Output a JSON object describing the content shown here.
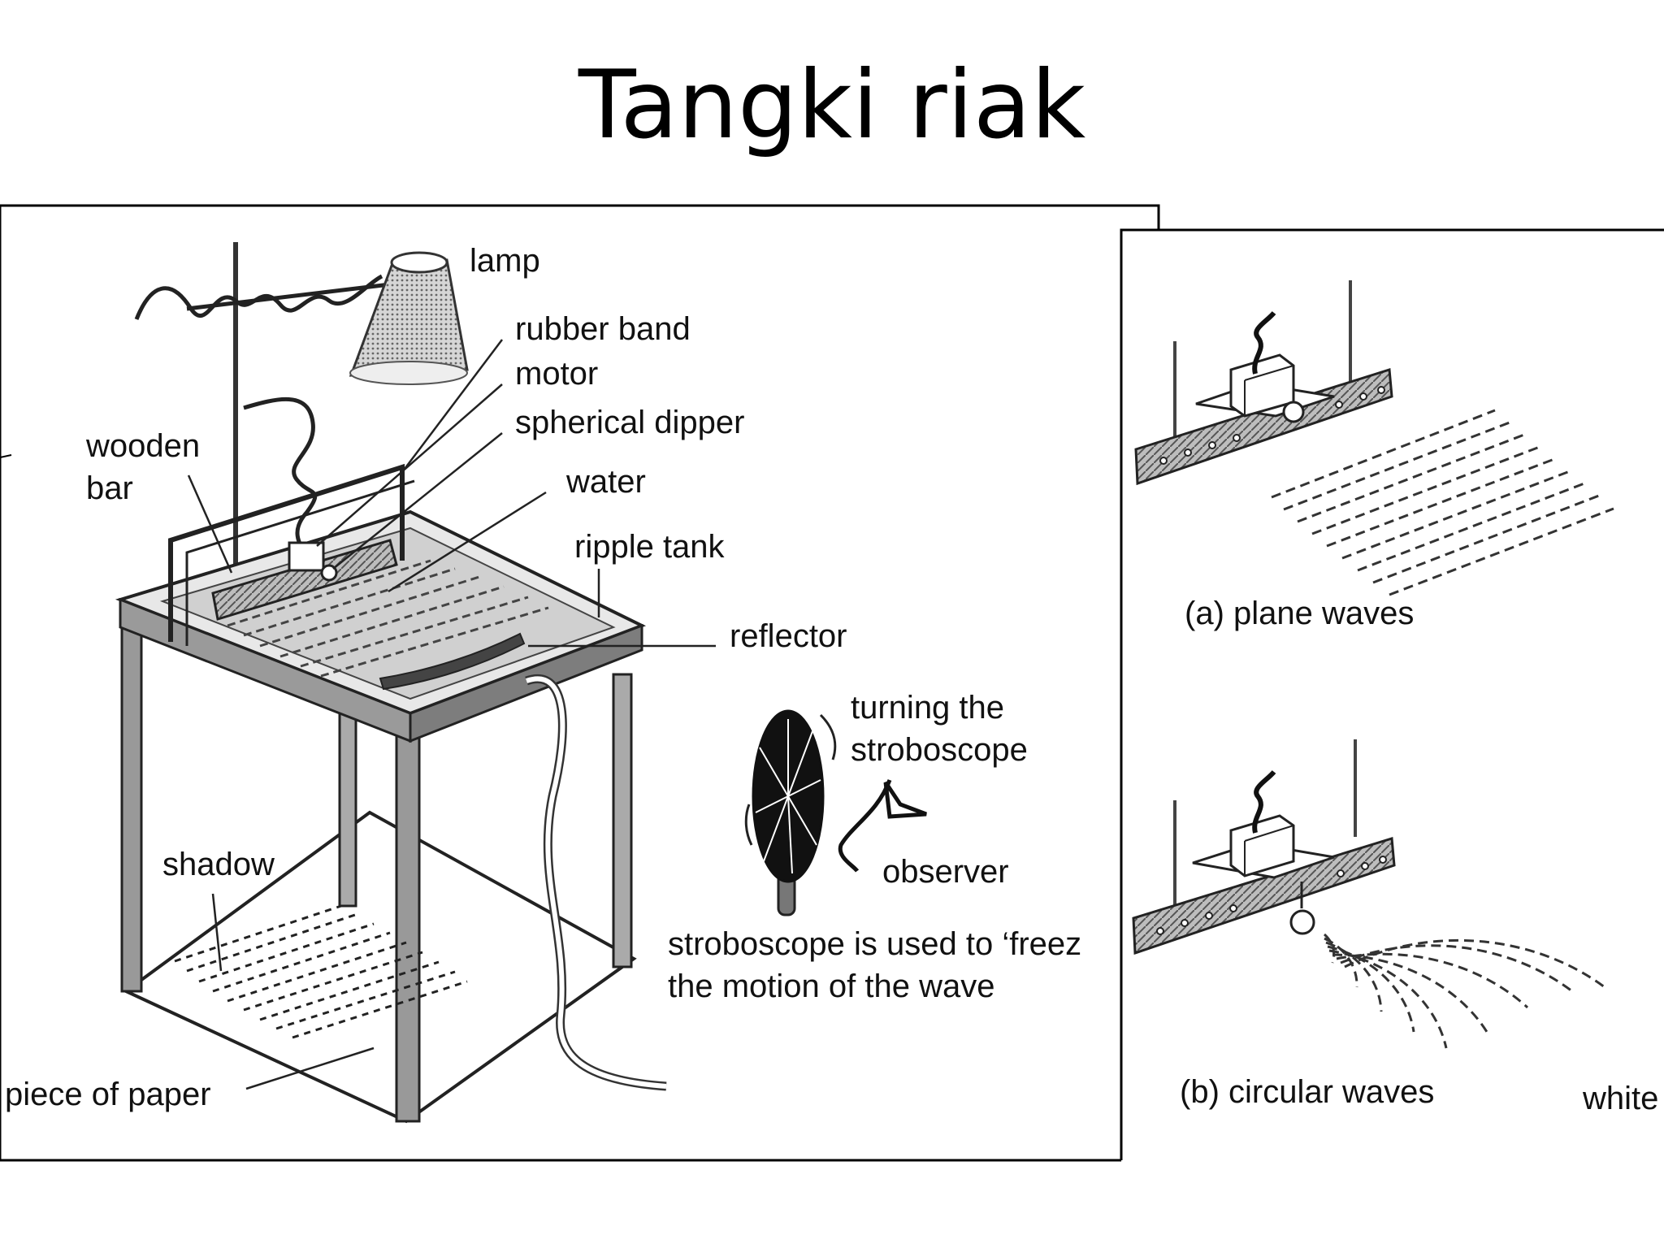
{
  "slide": {
    "title": "Tangki riak"
  },
  "main_diagram": {
    "labels": {
      "lamp": "lamp",
      "rubber_band": "rubber band",
      "motor": "motor",
      "spherical_dipper": "spherical dipper",
      "water": "water",
      "wooden_bar_1": "wooden",
      "wooden_bar_2": "bar",
      "ripple_tank": "ripple tank",
      "reflector": "reflector",
      "turning_1": "turning the",
      "turning_2": "stroboscope",
      "observer": "observer",
      "shadow": "shadow",
      "stroboscope_1": "stroboscope is used to ‘freez",
      "stroboscope_2": "the motion of the wave",
      "paper": "piece of paper"
    }
  },
  "side_diagram": {
    "labels": {
      "plane_waves": "(a) plane waves",
      "circular_waves": "(b) circular waves",
      "white": "white"
    }
  }
}
